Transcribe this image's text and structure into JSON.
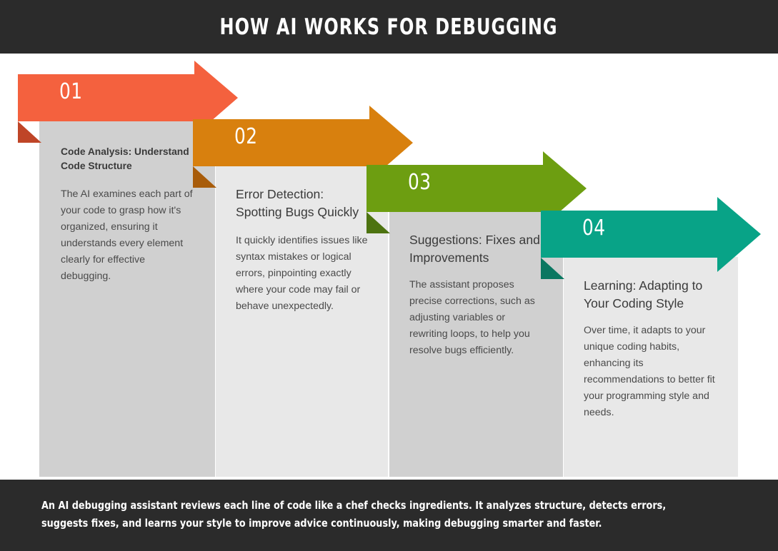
{
  "header": {
    "title": "HOW AI WORKS FOR DEBUGGING"
  },
  "colors": {
    "header_bg": "#2b2b2b",
    "footer_bg": "#2b2b2b",
    "page_bg": "#ffffff",
    "card_gray_dark": "#d0d0d0",
    "card_gray_light": "#e8e8e8",
    "text_dark": "#3a3a3a",
    "text_body": "#4a4a4a"
  },
  "steps": [
    {
      "number": "01",
      "title": "Code Analysis: Understand Code Structure",
      "body": "The AI examines each part of your code to grasp how it's organized, ensuring it understands every element clearly for effective debugging.",
      "arrow_color": "#f4613e",
      "shadow_color": "#bf4527",
      "card_color": "#d0d0d0"
    },
    {
      "number": "02",
      "title": "Error Detection: Spotting Bugs Quickly",
      "body": "It quickly identifies issues like syntax mistakes or logical errors, pinpointing exactly where your code may fail or behave unexpectedly.",
      "arrow_color": "#d8800e",
      "shadow_color": "#a85c0a",
      "card_color": "#e8e8e8"
    },
    {
      "number": "03",
      "title": "Suggestions: Fixes and Improvements",
      "body": "The assistant proposes precise corrections, such as adjusting variables or rewriting loops, to help you resolve bugs efficiently.",
      "arrow_color": "#6d9e11",
      "shadow_color": "#4d7310",
      "card_color": "#d0d0d0"
    },
    {
      "number": "04",
      "title": "Learning: Adapting to Your Coding Style",
      "body": "Over time, it adapts to your unique coding habits, enhancing its recommendations to better fit your programming style and needs.",
      "arrow_color": "#08a387",
      "shadow_color": "#0a7761",
      "card_color": "#e8e8e8"
    }
  ],
  "footer": {
    "summary": "An AI debugging assistant reviews each line of code like a chef checks ingredients. It analyzes structure, detects errors, suggests fixes, and learns your style to improve advice continuously, making debugging smarter and faster."
  }
}
